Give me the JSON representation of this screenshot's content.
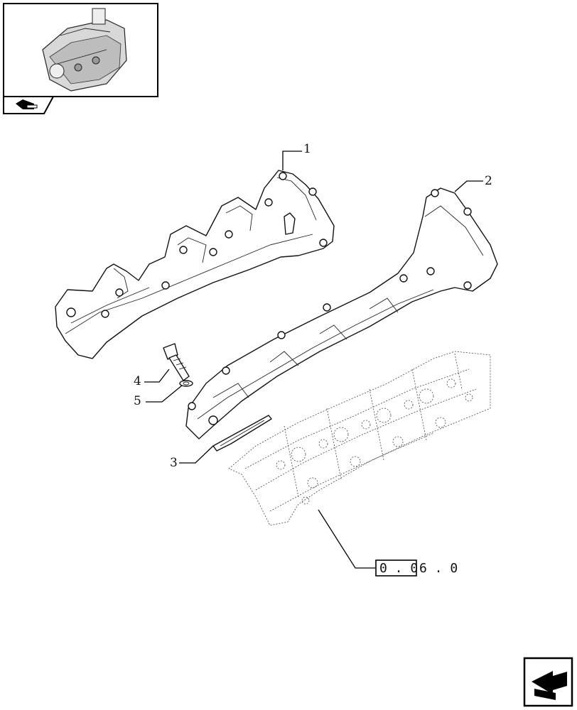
{
  "callouts": {
    "c1": "1",
    "c2": "2",
    "c3": "3",
    "c4": "4",
    "c5": "5"
  },
  "reference": {
    "boxed": "0 . 0",
    "tail": "6 . 0"
  },
  "icons": {
    "thumbnail": "engine-thumbnail-icon",
    "tab": "previous-page-icon",
    "nav": "next-page-arrow-icon"
  }
}
